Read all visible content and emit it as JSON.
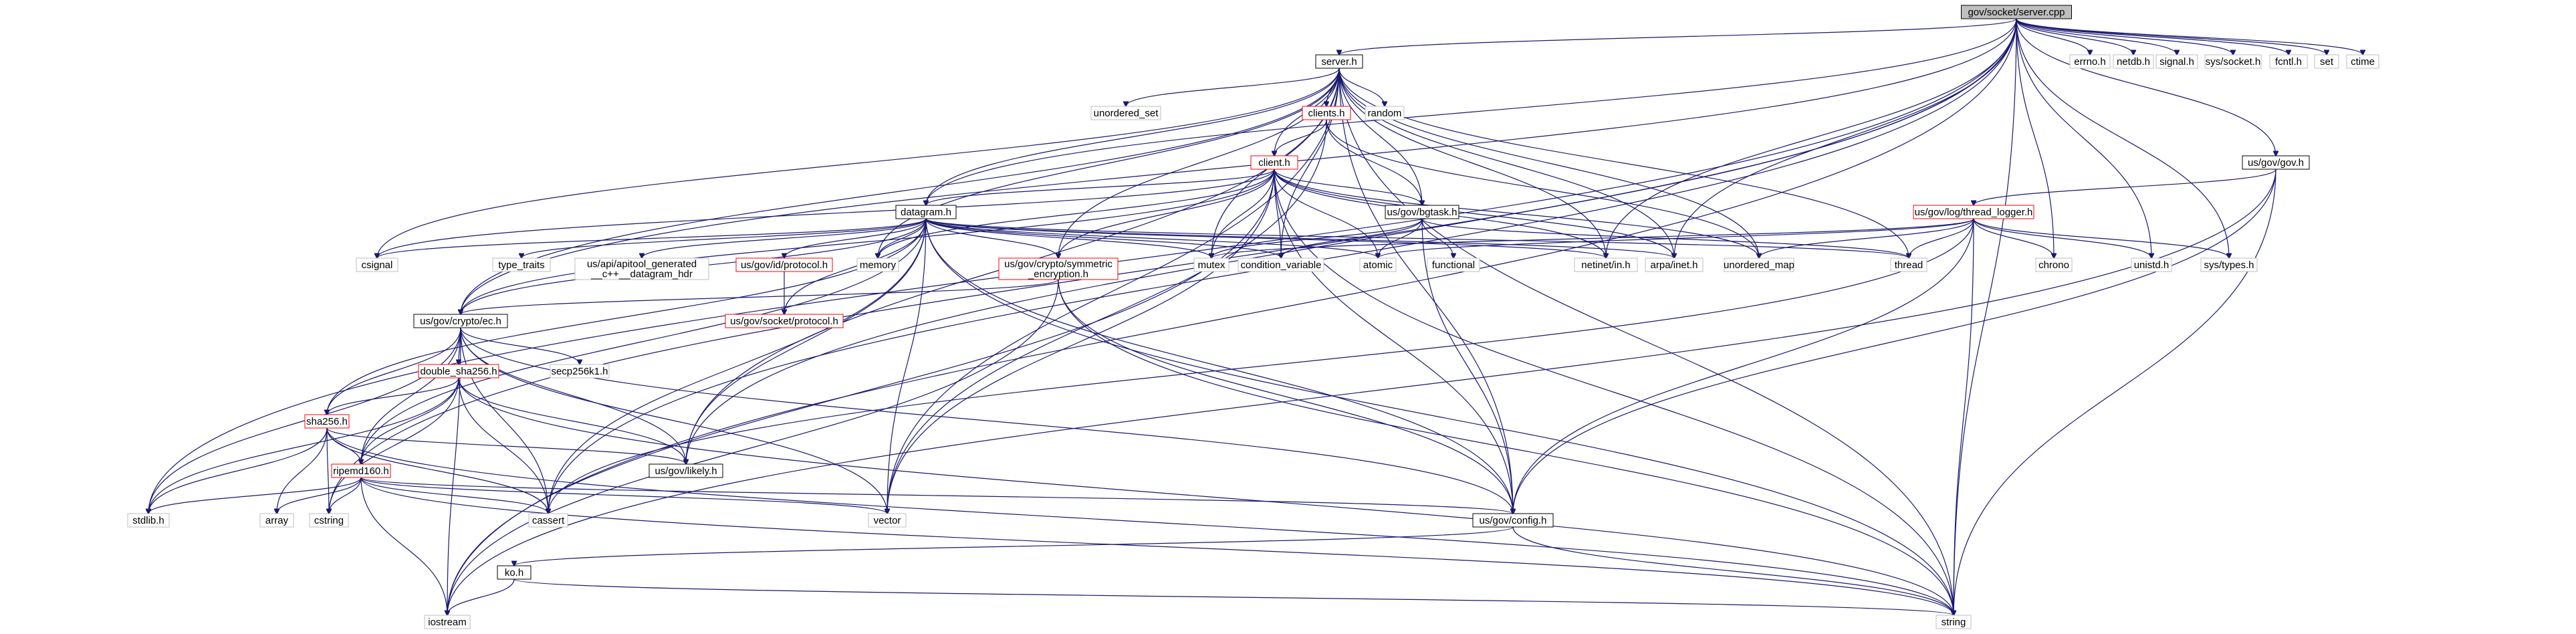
{
  "graph": {
    "nodes": [
      {
        "id": "root",
        "label": "gov/socket/server.cpp",
        "kind": "root"
      },
      {
        "id": "errno",
        "label": "errno.h",
        "kind": "std"
      },
      {
        "id": "netdb",
        "label": "netdb.h",
        "kind": "std"
      },
      {
        "id": "signal",
        "label": "signal.h",
        "kind": "std"
      },
      {
        "id": "syssock",
        "label": "sys/socket.h",
        "kind": "std"
      },
      {
        "id": "fcntl",
        "label": "fcntl.h",
        "kind": "std"
      },
      {
        "id": "set",
        "label": "set",
        "kind": "std"
      },
      {
        "id": "ctime",
        "label": "ctime",
        "kind": "std"
      },
      {
        "id": "serverh",
        "label": "server.h",
        "kind": "local"
      },
      {
        "id": "usgov",
        "label": "us/gov/gov.h",
        "kind": "local"
      },
      {
        "id": "clients",
        "label": "clients.h",
        "kind": "missing"
      },
      {
        "id": "random",
        "label": "random",
        "kind": "std"
      },
      {
        "id": "unordset",
        "label": "unordered_set",
        "kind": "std"
      },
      {
        "id": "clienth",
        "label": "client.h",
        "kind": "missing"
      },
      {
        "id": "bgtask",
        "label": "us/gov/bgtask.h",
        "kind": "local"
      },
      {
        "id": "threadlog",
        "label": "us/gov/log/thread_logger.h",
        "kind": "missing"
      },
      {
        "id": "datagram",
        "label": "datagram.h",
        "kind": "local"
      },
      {
        "id": "csignal",
        "label": "csignal",
        "kind": "std"
      },
      {
        "id": "typetraits",
        "label": "type_traits",
        "kind": "std"
      },
      {
        "id": "apitool",
        "label": "us/api/apitool_generated\n__c++__datagram_hdr",
        "kind": "std"
      },
      {
        "id": "idproto",
        "label": "us/gov/id/protocol.h",
        "kind": "missing"
      },
      {
        "id": "memory",
        "label": "memory",
        "kind": "std"
      },
      {
        "id": "symenc",
        "label": "us/gov/crypto/symmetric\n_encryption.h",
        "kind": "missing"
      },
      {
        "id": "mutex",
        "label": "mutex",
        "kind": "std"
      },
      {
        "id": "condvar",
        "label": "condition_variable",
        "kind": "std"
      },
      {
        "id": "atomic",
        "label": "atomic",
        "kind": "std"
      },
      {
        "id": "functional",
        "label": "functional",
        "kind": "std"
      },
      {
        "id": "netinetin",
        "label": "netinet/in.h",
        "kind": "std"
      },
      {
        "id": "arpainet",
        "label": "arpa/inet.h",
        "kind": "std"
      },
      {
        "id": "unordmap",
        "label": "unordered_map",
        "kind": "std"
      },
      {
        "id": "thread",
        "label": "thread",
        "kind": "std"
      },
      {
        "id": "chrono",
        "label": "chrono",
        "kind": "std"
      },
      {
        "id": "unistd",
        "label": "unistd.h",
        "kind": "std"
      },
      {
        "id": "systypes",
        "label": "sys/types.h",
        "kind": "std"
      },
      {
        "id": "sockproto",
        "label": "us/gov/socket/protocol.h",
        "kind": "missing"
      },
      {
        "id": "ech",
        "label": "us/gov/crypto/ec.h",
        "kind": "local"
      },
      {
        "id": "secp",
        "label": "secp256k1.h",
        "kind": "std"
      },
      {
        "id": "dsha",
        "label": "double_sha256.h",
        "kind": "missing"
      },
      {
        "id": "sha256",
        "label": "sha256.h",
        "kind": "missing"
      },
      {
        "id": "likely",
        "label": "us/gov/likely.h",
        "kind": "local"
      },
      {
        "id": "ripemd",
        "label": "ripemd160.h",
        "kind": "missing"
      },
      {
        "id": "stdlib",
        "label": "stdlib.h",
        "kind": "std"
      },
      {
        "id": "array",
        "label": "array",
        "kind": "std"
      },
      {
        "id": "cstring",
        "label": "cstring",
        "kind": "std"
      },
      {
        "id": "cassert",
        "label": "cassert",
        "kind": "std"
      },
      {
        "id": "vector",
        "label": "vector",
        "kind": "std"
      },
      {
        "id": "config",
        "label": "us/gov/config.h",
        "kind": "local"
      },
      {
        "id": "koh",
        "label": "ko.h",
        "kind": "local"
      },
      {
        "id": "iostream",
        "label": "iostream",
        "kind": "std"
      },
      {
        "id": "string",
        "label": "string",
        "kind": "std"
      }
    ],
    "edges": [
      [
        "root",
        "errno"
      ],
      [
        "root",
        "netdb"
      ],
      [
        "root",
        "signal"
      ],
      [
        "root",
        "syssock"
      ],
      [
        "root",
        "fcntl"
      ],
      [
        "root",
        "set"
      ],
      [
        "root",
        "ctime"
      ],
      [
        "root",
        "serverh"
      ],
      [
        "root",
        "usgov"
      ],
      [
        "root",
        "chrono"
      ],
      [
        "root",
        "unistd"
      ],
      [
        "root",
        "systypes"
      ],
      [
        "root",
        "string"
      ],
      [
        "root",
        "netinetin"
      ],
      [
        "root",
        "arpainet"
      ],
      [
        "root",
        "datagram"
      ],
      [
        "root",
        "stdlib"
      ],
      [
        "root",
        "iostream"
      ],
      [
        "root",
        "cassert"
      ],
      [
        "root",
        "likely"
      ],
      [
        "root",
        "ech"
      ],
      [
        "root",
        "cstring"
      ],
      [
        "serverh",
        "clients"
      ],
      [
        "serverh",
        "random"
      ],
      [
        "serverh",
        "unordset"
      ],
      [
        "serverh",
        "clienth"
      ],
      [
        "serverh",
        "bgtask"
      ],
      [
        "serverh",
        "datagram"
      ],
      [
        "serverh",
        "thread"
      ],
      [
        "serverh",
        "mutex"
      ],
      [
        "serverh",
        "condvar"
      ],
      [
        "serverh",
        "netinetin"
      ],
      [
        "serverh",
        "arpainet"
      ],
      [
        "serverh",
        "unordmap"
      ],
      [
        "serverh",
        "string"
      ],
      [
        "serverh",
        "memory"
      ],
      [
        "serverh",
        "config"
      ],
      [
        "serverh",
        "vector"
      ],
      [
        "serverh",
        "csignal"
      ],
      [
        "serverh",
        "ech"
      ],
      [
        "serverh",
        "likely"
      ],
      [
        "serverh",
        "symenc"
      ],
      [
        "clients",
        "clienth"
      ],
      [
        "clients",
        "bgtask"
      ],
      [
        "clients",
        "unordmap"
      ],
      [
        "clients",
        "vector"
      ],
      [
        "clienth",
        "datagram"
      ],
      [
        "clienth",
        "bgtask"
      ],
      [
        "clienth",
        "mutex"
      ],
      [
        "clienth",
        "condvar"
      ],
      [
        "clienth",
        "atomic"
      ],
      [
        "clienth",
        "netinetin"
      ],
      [
        "clienth",
        "arpainet"
      ],
      [
        "clienth",
        "string"
      ],
      [
        "clienth",
        "vector"
      ],
      [
        "clienth",
        "memory"
      ],
      [
        "clienth",
        "config"
      ],
      [
        "clienth",
        "csignal"
      ],
      [
        "clienth",
        "iostream"
      ],
      [
        "clienth",
        "unordmap"
      ],
      [
        "clienth",
        "ech"
      ],
      [
        "clienth",
        "symenc"
      ],
      [
        "bgtask",
        "mutex"
      ],
      [
        "bgtask",
        "condvar"
      ],
      [
        "bgtask",
        "atomic"
      ],
      [
        "bgtask",
        "functional"
      ],
      [
        "bgtask",
        "thread"
      ],
      [
        "bgtask",
        "config"
      ],
      [
        "usgov",
        "threadlog"
      ],
      [
        "usgov",
        "config"
      ],
      [
        "usgov",
        "string"
      ],
      [
        "usgov",
        "iostream"
      ],
      [
        "threadlog",
        "thread"
      ],
      [
        "threadlog",
        "chrono"
      ],
      [
        "threadlog",
        "unistd"
      ],
      [
        "threadlog",
        "systypes"
      ],
      [
        "threadlog",
        "string"
      ],
      [
        "threadlog",
        "unordmap"
      ],
      [
        "threadlog",
        "atomic"
      ],
      [
        "threadlog",
        "mutex"
      ],
      [
        "threadlog",
        "config"
      ],
      [
        "threadlog",
        "cassert"
      ],
      [
        "datagram",
        "csignal"
      ],
      [
        "datagram",
        "typetraits"
      ],
      [
        "datagram",
        "apitool"
      ],
      [
        "datagram",
        "idproto"
      ],
      [
        "datagram",
        "memory"
      ],
      [
        "datagram",
        "symenc"
      ],
      [
        "datagram",
        "mutex"
      ],
      [
        "datagram",
        "condvar"
      ],
      [
        "datagram",
        "atomic"
      ],
      [
        "datagram",
        "netinetin"
      ],
      [
        "datagram",
        "arpainet"
      ],
      [
        "datagram",
        "thread"
      ],
      [
        "datagram",
        "string"
      ],
      [
        "datagram",
        "vector"
      ],
      [
        "datagram",
        "config"
      ],
      [
        "datagram",
        "cassert"
      ],
      [
        "datagram",
        "ech"
      ],
      [
        "datagram",
        "sockproto"
      ],
      [
        "datagram",
        "sha256"
      ],
      [
        "datagram",
        "ripemd"
      ],
      [
        "datagram",
        "likely"
      ],
      [
        "idproto",
        "sockproto"
      ],
      [
        "symenc",
        "ech"
      ],
      [
        "symenc",
        "config"
      ],
      [
        "symenc",
        "string"
      ],
      [
        "symenc",
        "iostream"
      ],
      [
        "ech",
        "secp"
      ],
      [
        "ech",
        "dsha"
      ],
      [
        "ech",
        "sha256"
      ],
      [
        "ech",
        "ripemd"
      ],
      [
        "ech",
        "likely"
      ],
      [
        "ech",
        "vector"
      ],
      [
        "ech",
        "config"
      ],
      [
        "ech",
        "stdlib"
      ],
      [
        "ech",
        "iostream"
      ],
      [
        "ech",
        "cassert"
      ],
      [
        "dsha",
        "sha256"
      ],
      [
        "dsha",
        "ripemd"
      ],
      [
        "dsha",
        "likely"
      ],
      [
        "dsha",
        "cassert"
      ],
      [
        "dsha",
        "cstring"
      ],
      [
        "dsha",
        "string"
      ],
      [
        "dsha",
        "stdlib"
      ],
      [
        "sha256",
        "ripemd"
      ],
      [
        "sha256",
        "likely"
      ],
      [
        "sha256",
        "array"
      ],
      [
        "sha256",
        "cstring"
      ],
      [
        "sha256",
        "cassert"
      ],
      [
        "sha256",
        "stdlib"
      ],
      [
        "sha256",
        "string"
      ],
      [
        "ripemd",
        "array"
      ],
      [
        "ripemd",
        "cstring"
      ],
      [
        "ripemd",
        "cassert"
      ],
      [
        "ripemd",
        "stdlib"
      ],
      [
        "ripemd",
        "vector"
      ],
      [
        "ripemd",
        "config"
      ],
      [
        "ripemd",
        "iostream"
      ],
      [
        "ripemd",
        "string"
      ],
      [
        "config",
        "koh"
      ],
      [
        "config",
        "string"
      ],
      [
        "koh",
        "iostream"
      ],
      [
        "koh",
        "string"
      ]
    ]
  }
}
